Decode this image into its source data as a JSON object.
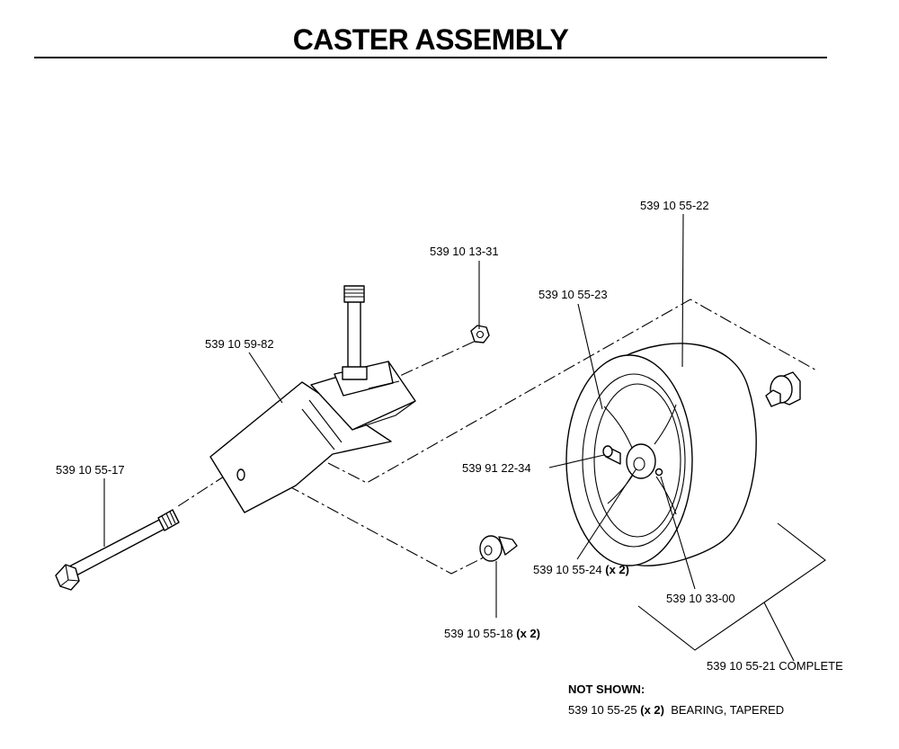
{
  "title": "CASTER ASSEMBLY",
  "parts": {
    "fork": "539 10 59-82",
    "locknut": "539 10 13-31",
    "tire": "539 10 55-22",
    "rim": "539 10 55-23",
    "grease_fitting": "539 91 22-34",
    "axle_bolt": "539 10 55-17",
    "bushing_left": {
      "number": "539 10 55-18",
      "qty": "(x 2)"
    },
    "hub_bearing": {
      "number": "539 10 55-24",
      "qty": "(x 2)"
    },
    "hub_nut": "539 10 33-00",
    "complete": {
      "number": "539 10 55-21",
      "suffix": "COMPLETE"
    }
  },
  "not_shown": {
    "heading": "NOT SHOWN:",
    "number": "539 10 55-25",
    "qty": "(x 2)",
    "description": "BEARING, TAPERED"
  }
}
